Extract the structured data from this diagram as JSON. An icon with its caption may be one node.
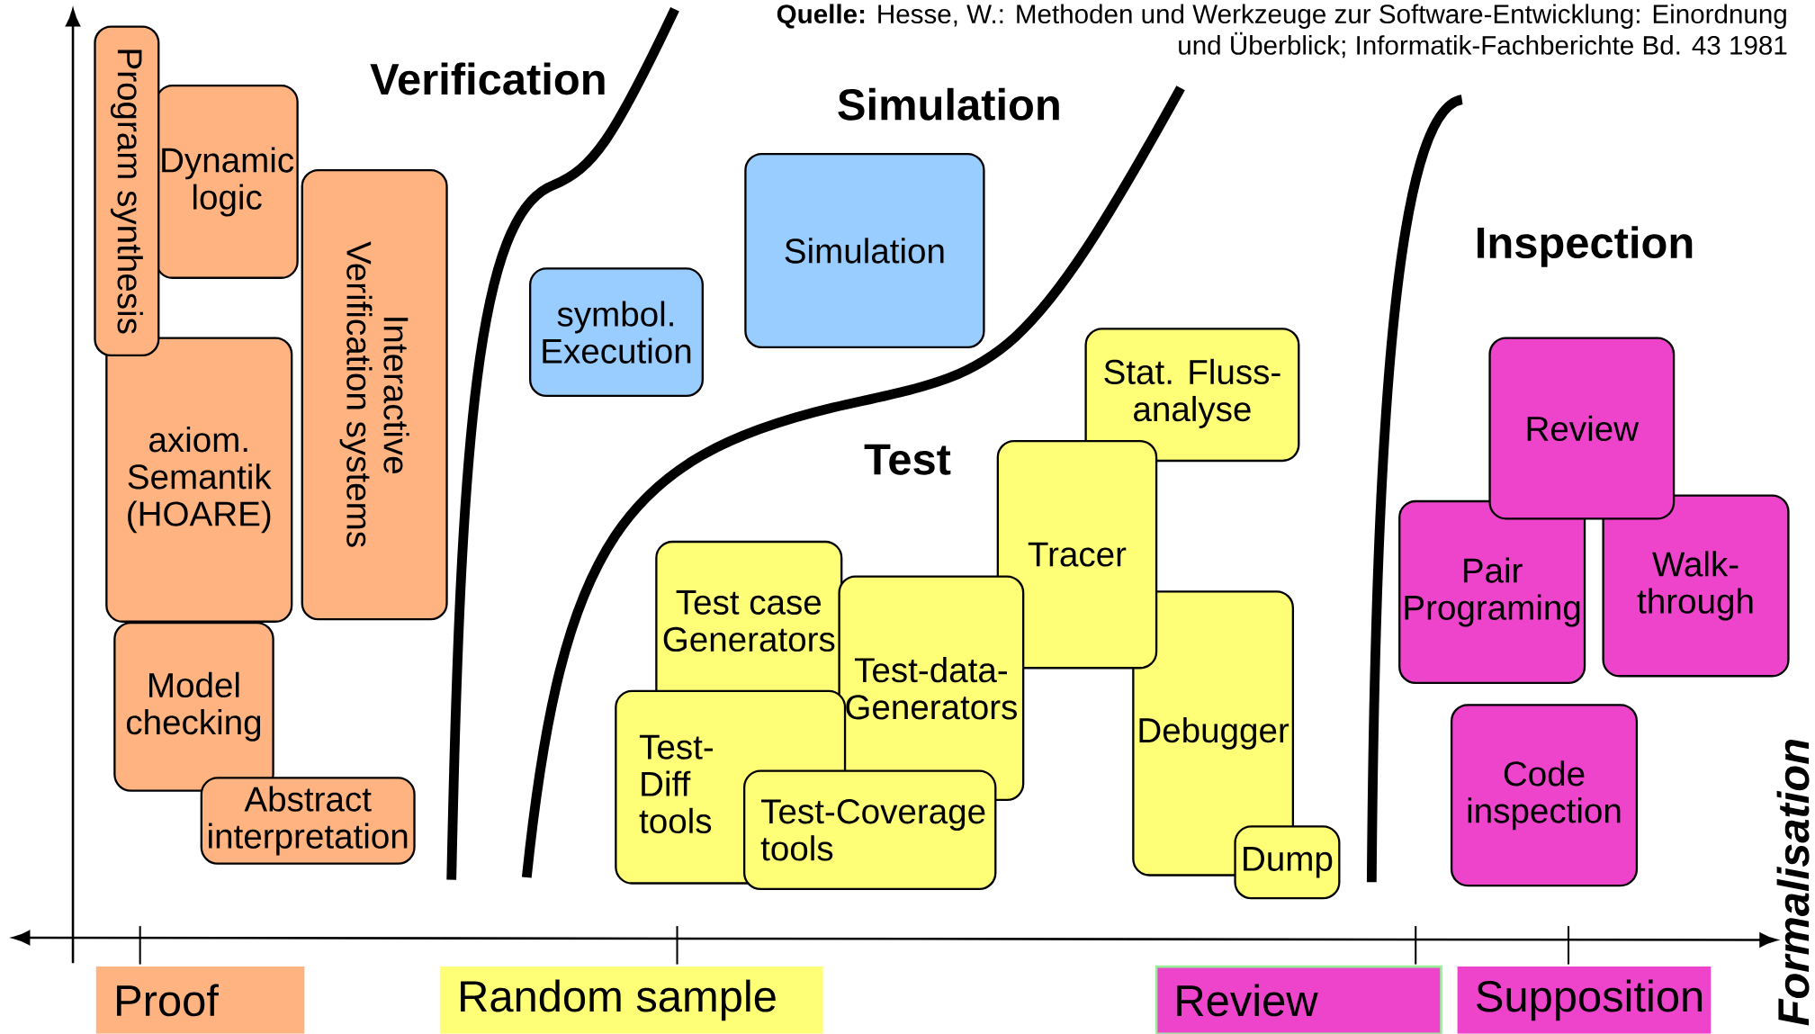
{
  "diagram": {
    "nodes": [
      {
        "text": [
          "Program synthesis"
        ]
      },
      {
        "text": [
          "Dynamic logic"
        ]
      },
      {
        "text": [
          "Interactive Verification systems"
        ]
      },
      {
        "text": [
          "axiom. Semantik (HOARE)"
        ]
      },
      {
        "text": [
          "Model checking"
        ]
      },
      {
        "text": [
          "Abstract interpretation"
        ]
      },
      {
        "text": [
          "symbol. Execution"
        ]
      },
      {
        "text": [
          "Simulation"
        ]
      },
      {
        "text": [
          "Stat. Fluss-analyse"
        ]
      },
      {
        "text": [
          "Tracer"
        ]
      },
      {
        "text": [
          "Test case Generators"
        ]
      },
      {
        "text": [
          "Test-data-Generators"
        ]
      },
      {
        "text": [
          "Test-Diff tools"
        ]
      },
      {
        "text": [
          "Test-Coverage tools"
        ]
      },
      {
        "text": [
          "Debugger"
        ]
      },
      {
        "text": [
          "Dump"
        ]
      },
      {
        "text": [
          "Review"
        ]
      },
      {
        "text": [
          "Pair Programing"
        ]
      },
      {
        "text": [
          "Walk-through"
        ]
      },
      {
        "text": [
          "Code inspection"
        ]
      },
      {
        "text": [
          "Proof"
        ]
      },
      {
        "text": [
          "Random sample"
        ]
      },
      {
        "text": [
          "Review"
        ]
      },
      {
        "text": [
          "Supposition"
        ]
      }
    ],
    "labels": [
      "**Quelle:** Hesse, W.: Methoden und Werkzeuge zur Software-Entwicklung: Einordnung und Überblick; Informatik-Fachberichte Bd. 43 1981",
      "Verification",
      "Simulation",
      "Test",
      "Inspection",
      "Formalisation"
    ]
  }
}
